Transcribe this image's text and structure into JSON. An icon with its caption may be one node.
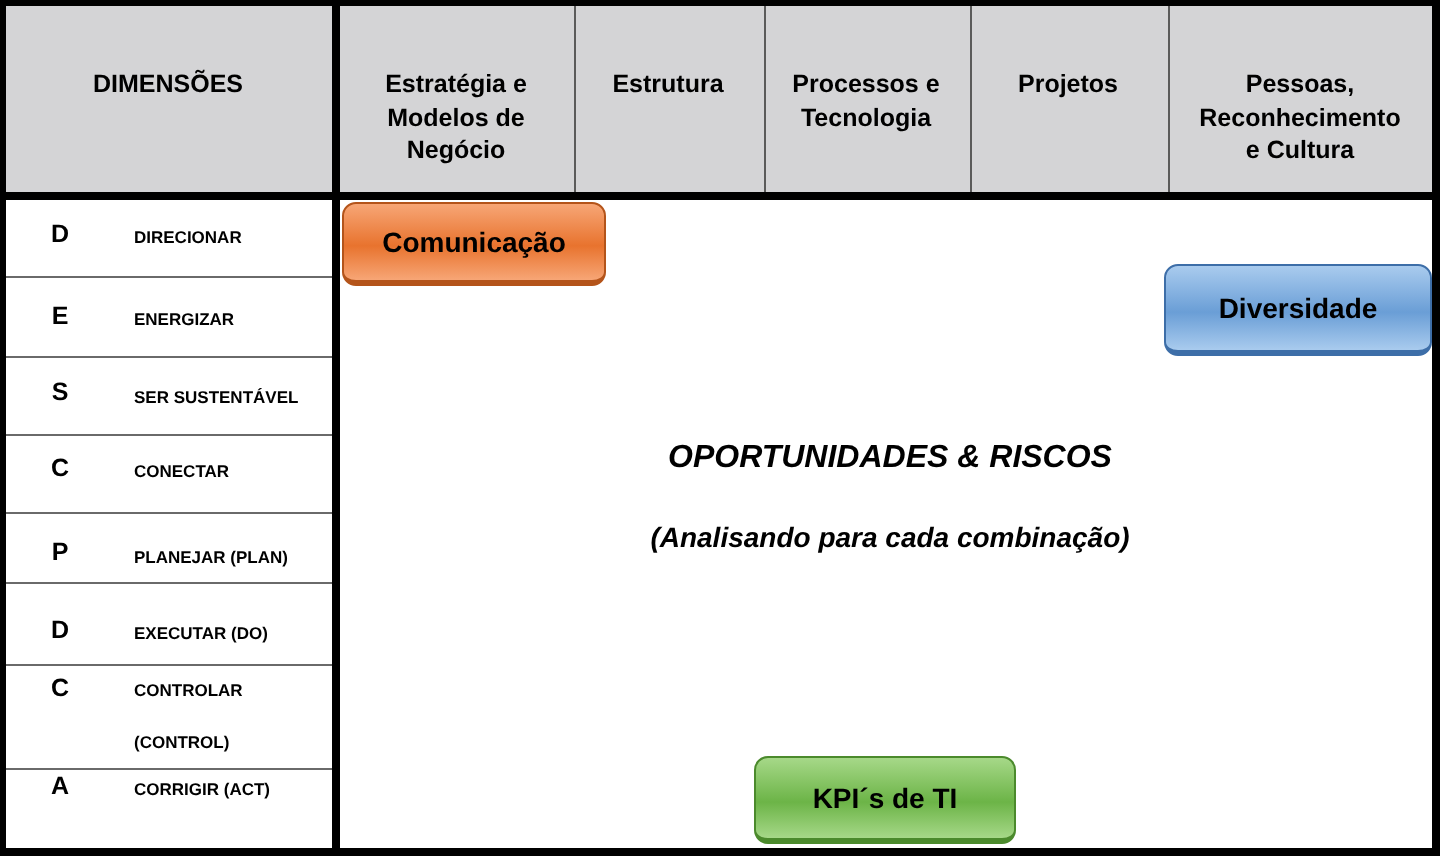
{
  "diagram": {
    "nodes": [
      {
        "text": [
          "Comunicação"
        ]
      },
      {
        "text": [
          "Diversidade"
        ]
      },
      {
        "text": [
          "KPI´s de TI"
        ]
      }
    ],
    "labels": [
      "DIMENSÕES",
      "Estratégia e Modelos de Negócio",
      "Estrutura",
      "Processos e Tecnologia",
      "Projetos",
      "Pessoas, Reconhecimento e Cultura",
      "D",
      "DIRECIONAR",
      "E",
      "ENERGIZAR",
      "S",
      "SER SUSTENTÁVEL",
      "C",
      "CONECTAR",
      "P",
      "PLANEJAR (PLAN)",
      "D",
      "EXECUTAR (DO)",
      "C",
      "CONTROLAR (CONTROL)",
      "A",
      "CORRIGIR (ACT)",
      "OPORTUNIDADES & RISCOS",
      "(Analisando para cada combinação)"
    ]
  }
}
